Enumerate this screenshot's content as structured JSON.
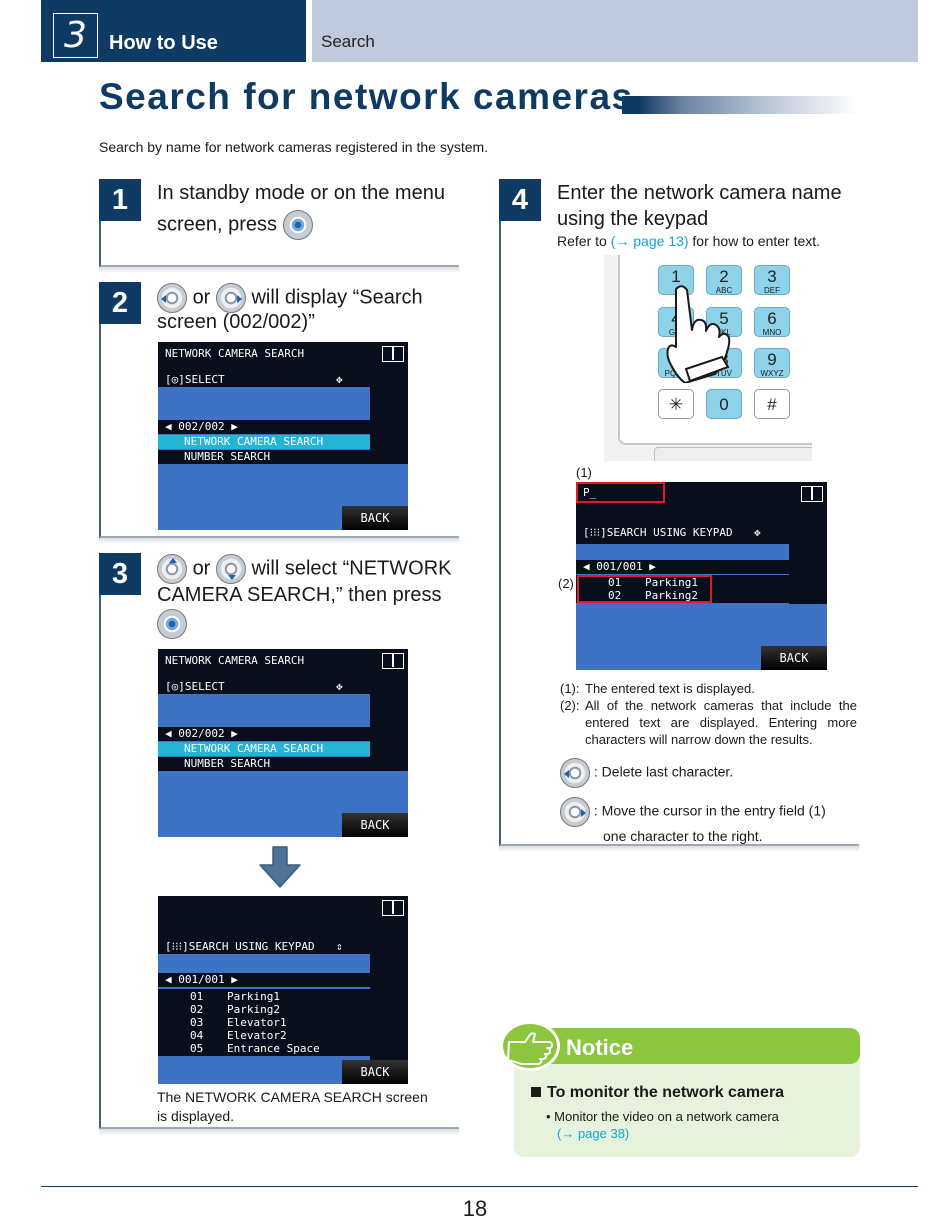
{
  "header": {
    "chapter_number": "3",
    "chapter_title": "How to Use",
    "section": "Search"
  },
  "title": "Search for network cameras",
  "intro": "Search by name for network cameras registered in the system.",
  "steps": {
    "s1": {
      "number": "1",
      "text_a": "In standby mode or on the menu",
      "text_b": "screen, press"
    },
    "s2": {
      "number": "2",
      "or": "or",
      "text_a": "will display “Search",
      "text_b": "screen (002/002)”"
    },
    "s3": {
      "number": "3",
      "or": "or",
      "text_a": "will select “NETWORK",
      "text_b": "CAMERA SEARCH,” then press",
      "caption_a": "The NETWORK CAMERA SEARCH screen",
      "caption_b": "is displayed."
    },
    "s4": {
      "number": "4",
      "text_a": "Enter the network camera name",
      "text_b": "using the keypad",
      "ref_pre": "Refer to",
      "ref_link": "(→ page 13)",
      "ref_post": "for how to enter text."
    }
  },
  "screen_menu": {
    "title": "NETWORK CAMERA SEARCH",
    "select": "[◎]SELECT",
    "move_icon": "✥",
    "page": "◀ 002/002 ▶",
    "highlighted": "NETWORK CAMERA SEARCH",
    "other": "NUMBER SEARCH",
    "back": "BACK"
  },
  "screen_result": {
    "hint": "[⁝⁝⁝]SEARCH USING KEYPAD",
    "scroll_icon": "⇕",
    "page": "◀ 001/001 ▶",
    "rows": [
      {
        "num": "01",
        "name": "Parking1"
      },
      {
        "num": "02",
        "name": "Parking2"
      },
      {
        "num": "03",
        "name": "Elevator1"
      },
      {
        "num": "04",
        "name": "Elevator2"
      },
      {
        "num": "05",
        "name": "Entrance Space"
      }
    ],
    "back": "BACK"
  },
  "screen_entry": {
    "input": "P_",
    "hint": "[⁝⁝⁝]SEARCH USING KEYPAD",
    "move_icon": "✥",
    "page": "◀ 001/001 ▶",
    "rows": [
      {
        "num": "01",
        "name": "Parking1"
      },
      {
        "num": "02",
        "name": "Parking2"
      }
    ],
    "back": "BACK",
    "label_1": "(1)",
    "label_2": "(2)"
  },
  "keypad": {
    "keys": [
      {
        "d": "1",
        "s": ""
      },
      {
        "d": "2",
        "s": "ABC"
      },
      {
        "d": "3",
        "s": "DEF"
      },
      {
        "d": "4",
        "s": "GHI"
      },
      {
        "d": "5",
        "s": "JKL"
      },
      {
        "d": "6",
        "s": "MNO"
      },
      {
        "d": "7",
        "s": "PQRS"
      },
      {
        "d": "8",
        "s": "TUV"
      },
      {
        "d": "9",
        "s": "WXYZ"
      },
      {
        "d": "✳",
        "s": ""
      },
      {
        "d": "0",
        "s": ""
      },
      {
        "d": "#",
        "s": ""
      }
    ]
  },
  "notes": {
    "n1_label": "(1):",
    "n1": "The entered text is displayed.",
    "n2_label": "(2):",
    "n2": "All of the network cameras that include the entered text are displayed. Entering more characters will narrow down the results.",
    "delete": ": Delete last character.",
    "move_a": ": Move the cursor in the entry field (1)",
    "move_b": "one character to the right."
  },
  "notice": {
    "title": "Notice",
    "heading": "To monitor the network camera",
    "bullet": "• Monitor the video on a network camera",
    "link": "(→ page 38)"
  },
  "page_number": "18"
}
